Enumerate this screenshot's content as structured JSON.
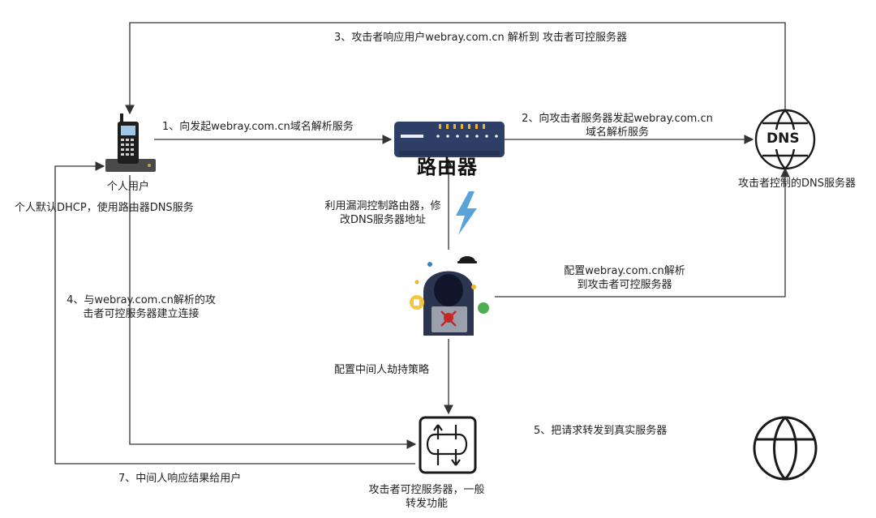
{
  "diagram": {
    "step3": "3、攻击者响应用户webray.com.cn 解析到 攻击者可控服务器",
    "step1": "1、向发起webray.com.cn域名解析服务",
    "step2_line1": "2、向攻击者服务器发起webray.com.cn",
    "step2_line2": "域名解析服务",
    "user_label": "个人用户",
    "user_note": "个人默认DHCP，使用路由器DNS服务",
    "router_label": "路由器",
    "dns_server_label": "攻击者控制的DNS服务器",
    "dns_icon_text": "DNS",
    "exploit_line1": "利用漏洞控制路由器，修",
    "exploit_line2": "改DNS服务器地址",
    "config_line1": "配置webray.com.cn解析",
    "config_line2": "到攻击者可控服务器",
    "step4_line1": "4、与webray.com.cn解析的攻",
    "step4_line2": "击者可控服务器建立连接",
    "mitm_policy": "配置中间人劫持策略",
    "step5": "5、把请求转发到真实服务器",
    "step7": "7、中间人响应结果给用户",
    "attacker_server_line1": "攻击者可控服务器，一般",
    "attacker_server_line2": "转发功能"
  },
  "colors": {
    "line": "#333333",
    "router_body": "#2d3f66",
    "bolt": "#5aa3d8",
    "hood": "#2b3550"
  }
}
